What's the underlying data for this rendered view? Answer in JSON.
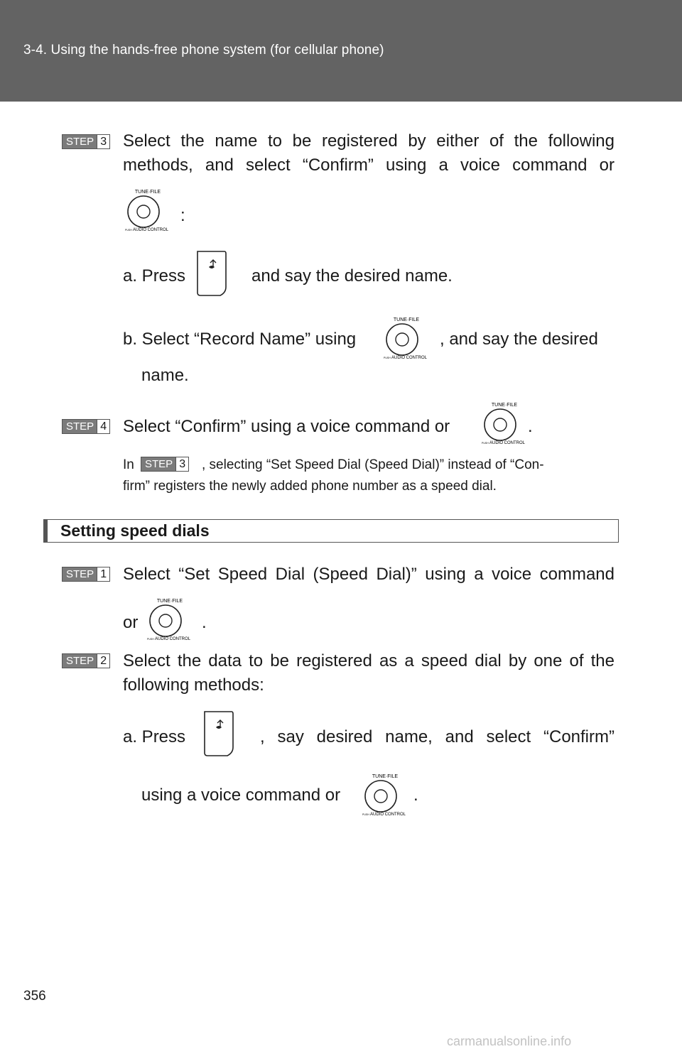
{
  "header": {
    "title": "3-4. Using the hands-free phone system (for cellular phone)"
  },
  "step_label": "STEP",
  "icons": {
    "knob_top_label": "TUNE·FILE",
    "knob_bottom_label": "AUDIO CONTROL",
    "knob_push_label": "PUSH"
  },
  "step3": {
    "num": "3",
    "line1": "Select the name to be registered by either of the following",
    "line2": "methods, and select “Confirm” using a voice command or",
    "colon": ":",
    "a_before": "a. Press",
    "a_after": "and say the desired name.",
    "b_before": "b. Select “Record Name” using",
    "b_after": ", and say the desired",
    "b_line2": "name."
  },
  "step4": {
    "num": "4",
    "text": "Select “Confirm” using a voice command or",
    "period": "."
  },
  "note": {
    "prefix": "In",
    "ref_num": "3",
    "line1_after": ", selecting “Set Speed Dial (Speed Dial)” instead of “Con-",
    "line2": "firm” registers the newly added phone number as a speed dial."
  },
  "section": {
    "title": "Setting speed dials"
  },
  "speed_step1": {
    "num": "1",
    "line1": "Select “Set Speed Dial (Speed Dial)” using a voice command",
    "or": "or",
    "period": "."
  },
  "speed_step2": {
    "num": "2",
    "line1": "Select the data to be registered as a speed dial by one of the",
    "line2": "following methods:",
    "a_before": "a. Press",
    "a_after": ", say desired name, and select “Confirm”",
    "a_line2": "using a voice command or",
    "period": "."
  },
  "page_number": "356",
  "watermark": "carmanualsonline.info"
}
